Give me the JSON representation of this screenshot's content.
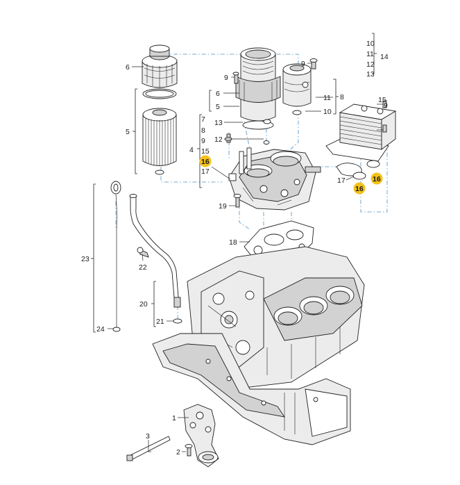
{
  "diagram": {
    "highlight_color": "#f3c21c",
    "leader_color": "#4a8fc4",
    "labels": [
      {
        "id": "l6a",
        "text": "6"
      },
      {
        "id": "l5a",
        "text": "5"
      },
      {
        "id": "l9a",
        "text": "9"
      },
      {
        "id": "l6b",
        "text": "6"
      },
      {
        "id": "l5b",
        "text": "5"
      },
      {
        "id": "l13a",
        "text": "13"
      },
      {
        "id": "l12a",
        "text": "12"
      },
      {
        "id": "l9b",
        "text": "9"
      },
      {
        "id": "l11a",
        "text": "11"
      },
      {
        "id": "l8a",
        "text": "8"
      },
      {
        "id": "l10a",
        "text": "10"
      },
      {
        "id": "l10b",
        "text": "10"
      },
      {
        "id": "l11b",
        "text": "11"
      },
      {
        "id": "l14",
        "text": "14"
      },
      {
        "id": "l12b",
        "text": "12"
      },
      {
        "id": "l13b",
        "text": "13"
      },
      {
        "id": "l15a",
        "text": "15"
      },
      {
        "id": "l9c",
        "text": "9"
      },
      {
        "id": "l7a",
        "text": "7"
      },
      {
        "id": "l8b",
        "text": "8"
      },
      {
        "id": "l9d",
        "text": "9"
      },
      {
        "id": "l4",
        "text": "4"
      },
      {
        "id": "l15b",
        "text": "15"
      },
      {
        "id": "l16a",
        "text": "16"
      },
      {
        "id": "l17a",
        "text": "17"
      },
      {
        "id": "l17b",
        "text": "17"
      },
      {
        "id": "l16b",
        "text": "16"
      },
      {
        "id": "l16c",
        "text": "16"
      },
      {
        "id": "l19",
        "text": "19"
      },
      {
        "id": "l18",
        "text": "18"
      },
      {
        "id": "l23",
        "text": "23"
      },
      {
        "id": "l22",
        "text": "22"
      },
      {
        "id": "l20",
        "text": "20"
      },
      {
        "id": "l21",
        "text": "21"
      },
      {
        "id": "l24",
        "text": "24"
      },
      {
        "id": "l1",
        "text": "1"
      },
      {
        "id": "l3",
        "text": "3"
      },
      {
        "id": "l2",
        "text": "2"
      }
    ]
  }
}
